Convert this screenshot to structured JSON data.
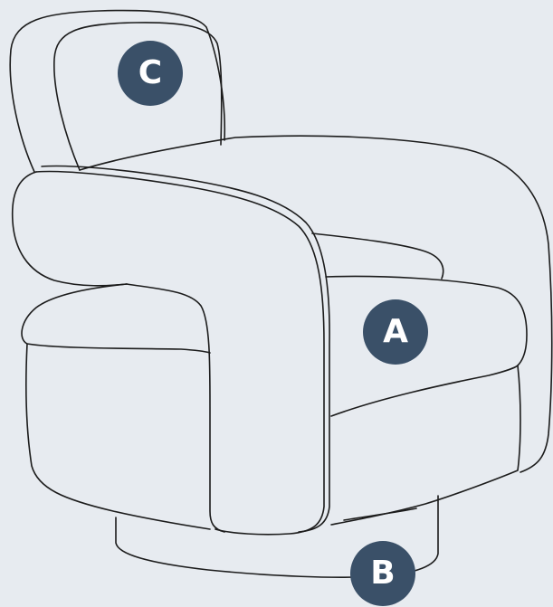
{
  "labels": {
    "c": "C",
    "a": "A",
    "b": "B"
  },
  "colors": {
    "background": "#e7ebf0",
    "badge": "#3a5068",
    "badge_text": "#ffffff",
    "outline": "#1c1c1c"
  }
}
